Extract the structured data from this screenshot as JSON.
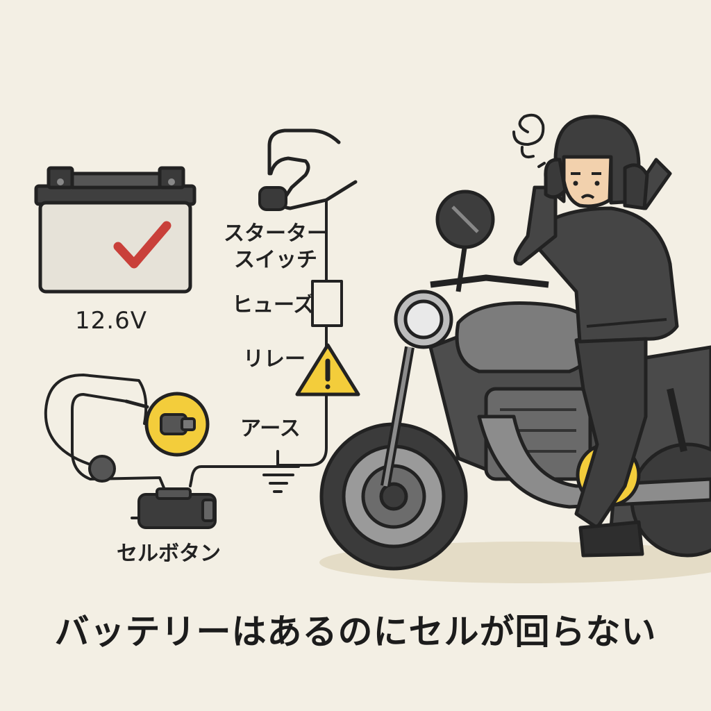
{
  "battery": {
    "voltage": "12.6V",
    "status_icon": "checkmark-icon"
  },
  "wiring": {
    "starter_switch": "スターター\nスイッチ",
    "fuse": "ヒューズ",
    "relay": "リレー",
    "earth": "アース",
    "starter_button": "セルボタン"
  },
  "caption": "バッテリーはあるのにセルが回らない",
  "colors": {
    "background": "#f3efe4",
    "line": "#222222",
    "warning_yellow": "#f3cd3b",
    "check_red": "#c9403a",
    "bike_gray": "#5a5a5a",
    "rider_dark": "#3d3d3d"
  }
}
